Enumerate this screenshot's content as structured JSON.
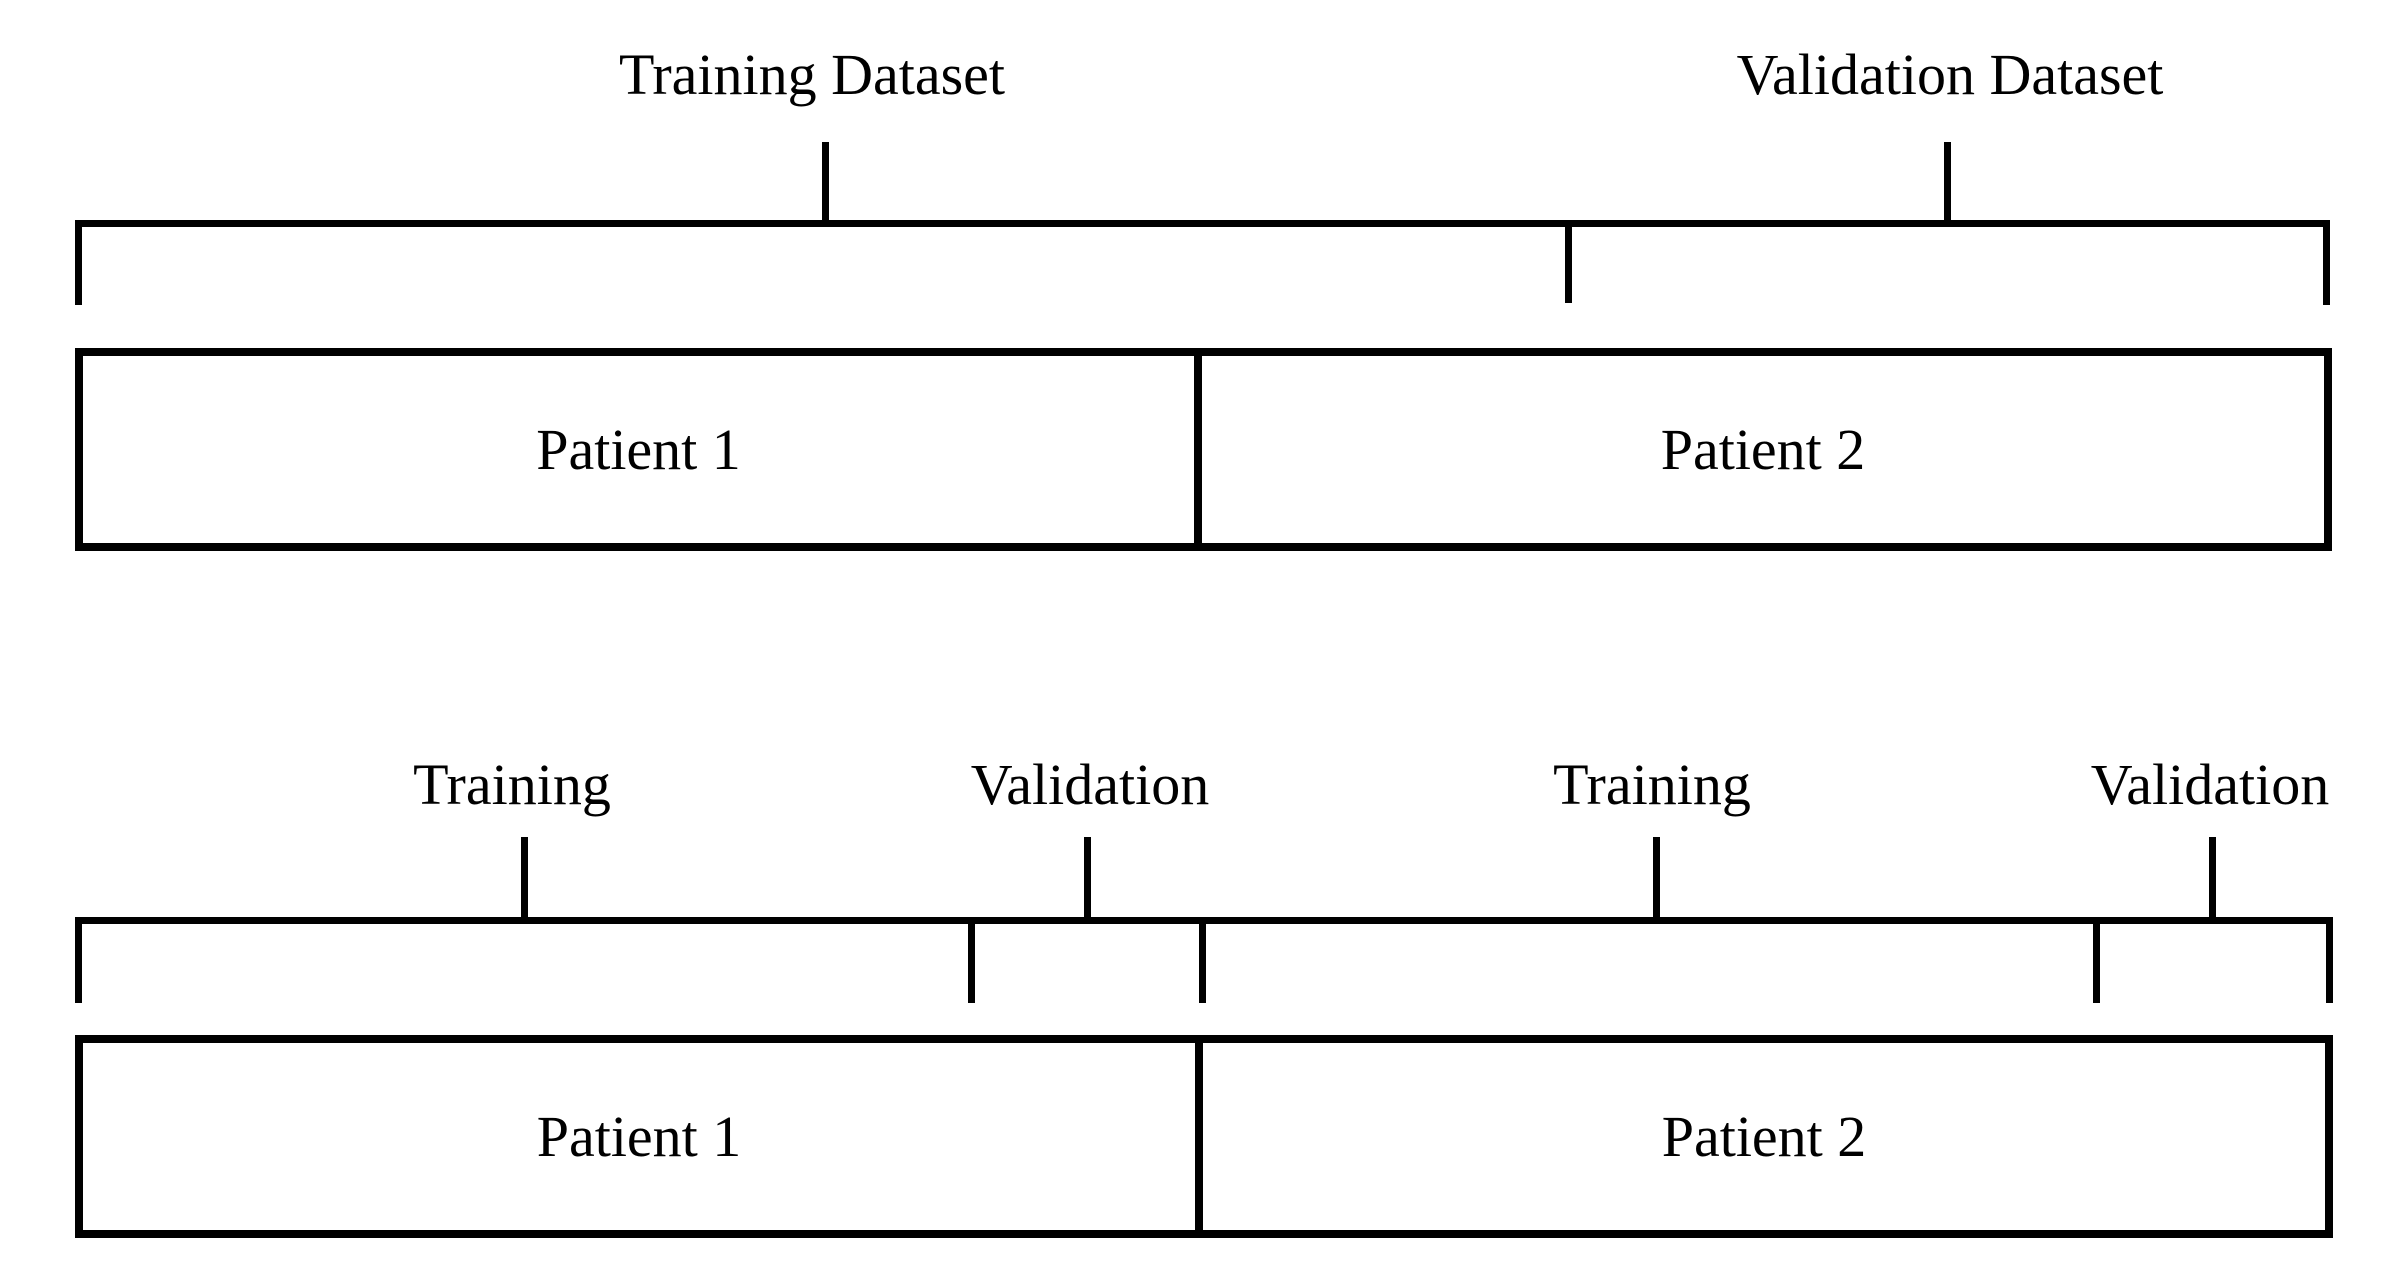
{
  "top": {
    "training_label": "Training Dataset",
    "validation_label": "Validation Dataset",
    "patient1_label": "Patient 1",
    "patient2_label": "Patient 2"
  },
  "bottom": {
    "training1_label": "Training",
    "validation1_label": "Validation",
    "training2_label": "Training",
    "validation2_label": "Validation",
    "patient1_label": "Patient 1",
    "patient2_label": "Patient 2"
  },
  "colors": {
    "line": "#000000",
    "text": "#000000",
    "background": "#ffffff"
  }
}
